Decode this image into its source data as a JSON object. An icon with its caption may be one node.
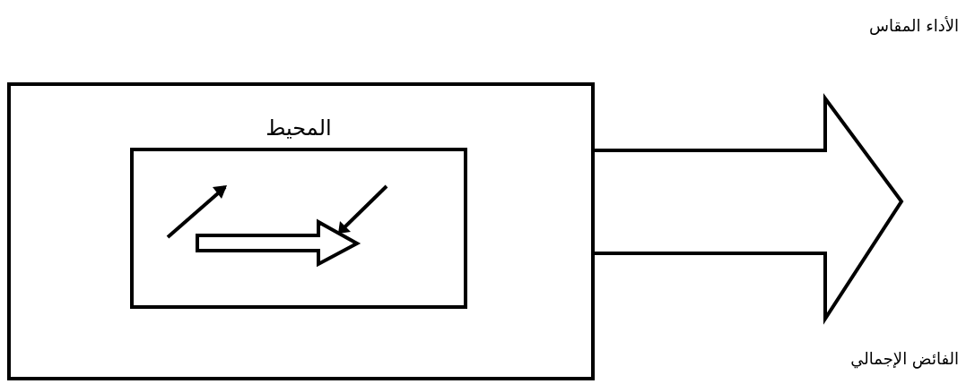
{
  "diagram": {
    "nodes": [
      {
        "text": [],
        "shape": "box"
      },
      {
        "text": [
          "المحيط"
        ],
        "in": 0
      },
      {
        "text": [],
        "shape": "arrow"
      }
    ],
    "labels": [
      "الأداء المقاس",
      "الفائض الإجمالي"
    ]
  }
}
